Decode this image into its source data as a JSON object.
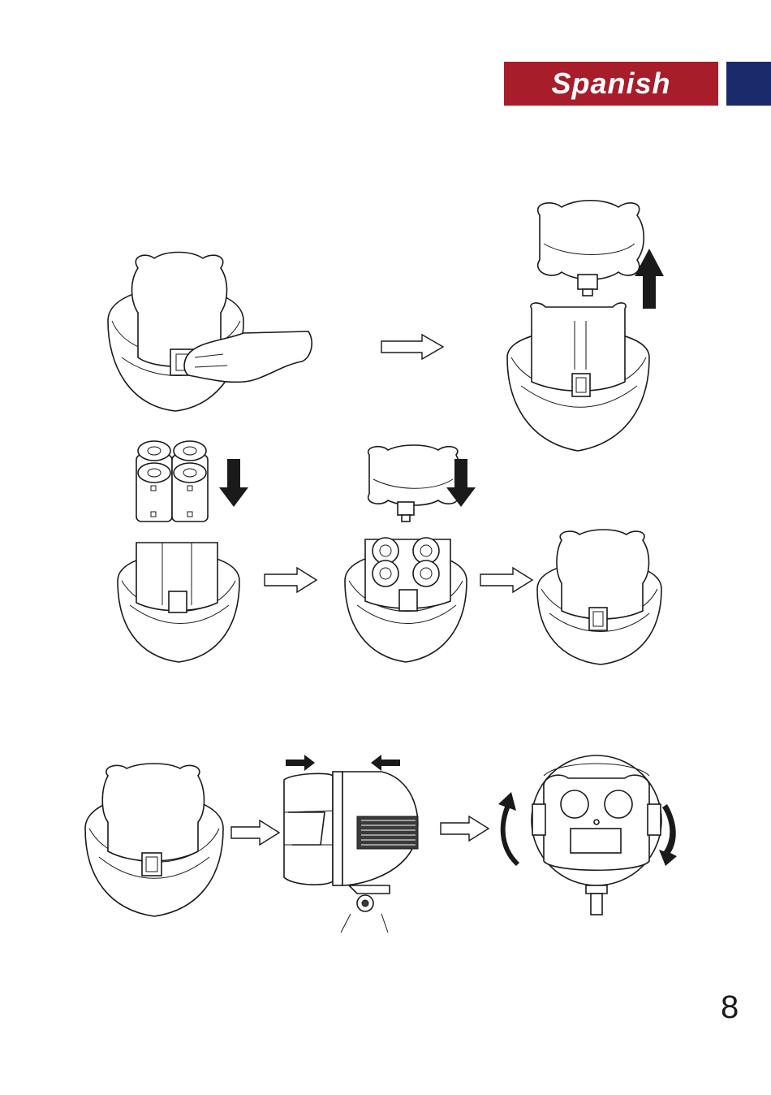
{
  "header": {
    "language_label": "Spanish",
    "colors": {
      "red": "#a81d2a",
      "blue": "#1b2a6b"
    }
  },
  "footer": {
    "page_number": "8"
  },
  "illustrations": [
    {
      "name": "step-press-release-tab",
      "icon": "hand-press"
    },
    {
      "name": "step-lift-battery-holder",
      "icon": "arrow-up"
    },
    {
      "name": "step-insert-batteries",
      "icon": "arrow-down"
    },
    {
      "name": "step-insert-holder",
      "icon": "arrow-down"
    },
    {
      "name": "step-closed-unit",
      "icon": "unit"
    },
    {
      "name": "step-assembled-unit",
      "icon": "unit"
    },
    {
      "name": "step-join-halves",
      "icon": "arrows-inward"
    },
    {
      "name": "step-rotate-lock",
      "icon": "arrows-rotate"
    }
  ]
}
